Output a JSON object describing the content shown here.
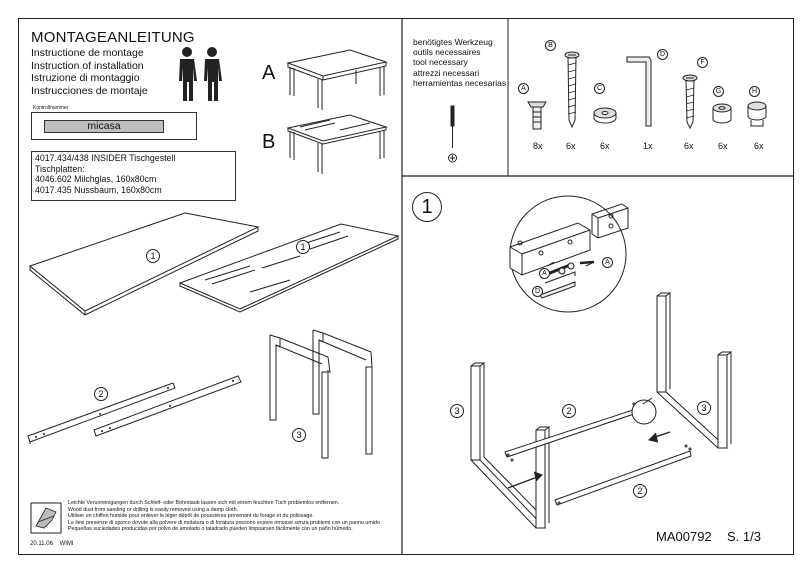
{
  "header": {
    "title": "MONTAGEANLEITUNG",
    "languages": [
      "Instructione de montage",
      "Instruction of installation",
      "Istruzione di montaggio",
      "Instrucciones de montaje"
    ]
  },
  "control": {
    "label": "Kontrollnummer",
    "value": "micasa"
  },
  "product": {
    "lines": [
      "4017.434/438 INSIDER Tischgestell",
      "Tischplatten:",
      "4046.602 Milchglas, 160x80cm",
      "4017.435 Nussbaum, 160x80cm"
    ]
  },
  "variants": [
    "A",
    "B"
  ],
  "tools": {
    "lines": [
      "benötigtes Werkzeug",
      "outils necessaires",
      "tool necessary",
      "attrezzi necessari",
      "herramientas necesarias"
    ]
  },
  "parts": [
    {
      "letter": "A",
      "count": "8x"
    },
    {
      "letter": "B",
      "count": "6x"
    },
    {
      "letter": "C",
      "count": "6x"
    },
    {
      "letter": "D",
      "count": "1x"
    },
    {
      "letter": "F",
      "count": "6x"
    },
    {
      "letter": "G",
      "count": "6x"
    },
    {
      "letter": "H",
      "count": "6x"
    }
  ],
  "step": {
    "number": "1"
  },
  "labels": {
    "one": "1",
    "two": "2",
    "three": "3",
    "a": "A",
    "d": "D"
  },
  "note": {
    "lines": [
      "Leichte Verunreinigungen durch Schleif- oder Bohrstaub lassen sich mit einem feuchten Tuch problemlos  entfernen.",
      "Wood dust from sanding or drilling is easily removed using a damp cloth.",
      "Utiliser un chiffon humide pour enlever le léger dépôt de poussières provenant du forage et du polissage.",
      "Le lievi presenze di sporco dovute alla polvere di molatura o di foratura possono essere rimosse senza problemi con un panno umido",
      "Pequeñas suciedades producidas por polvo de amolado o taladrado pueden limpoarsen fácilmente con un paño húmedo."
    ]
  },
  "footer": {
    "date": "20.11.06",
    "author": "WIMI",
    "code": "MA00792",
    "page": "S. 1/3"
  }
}
